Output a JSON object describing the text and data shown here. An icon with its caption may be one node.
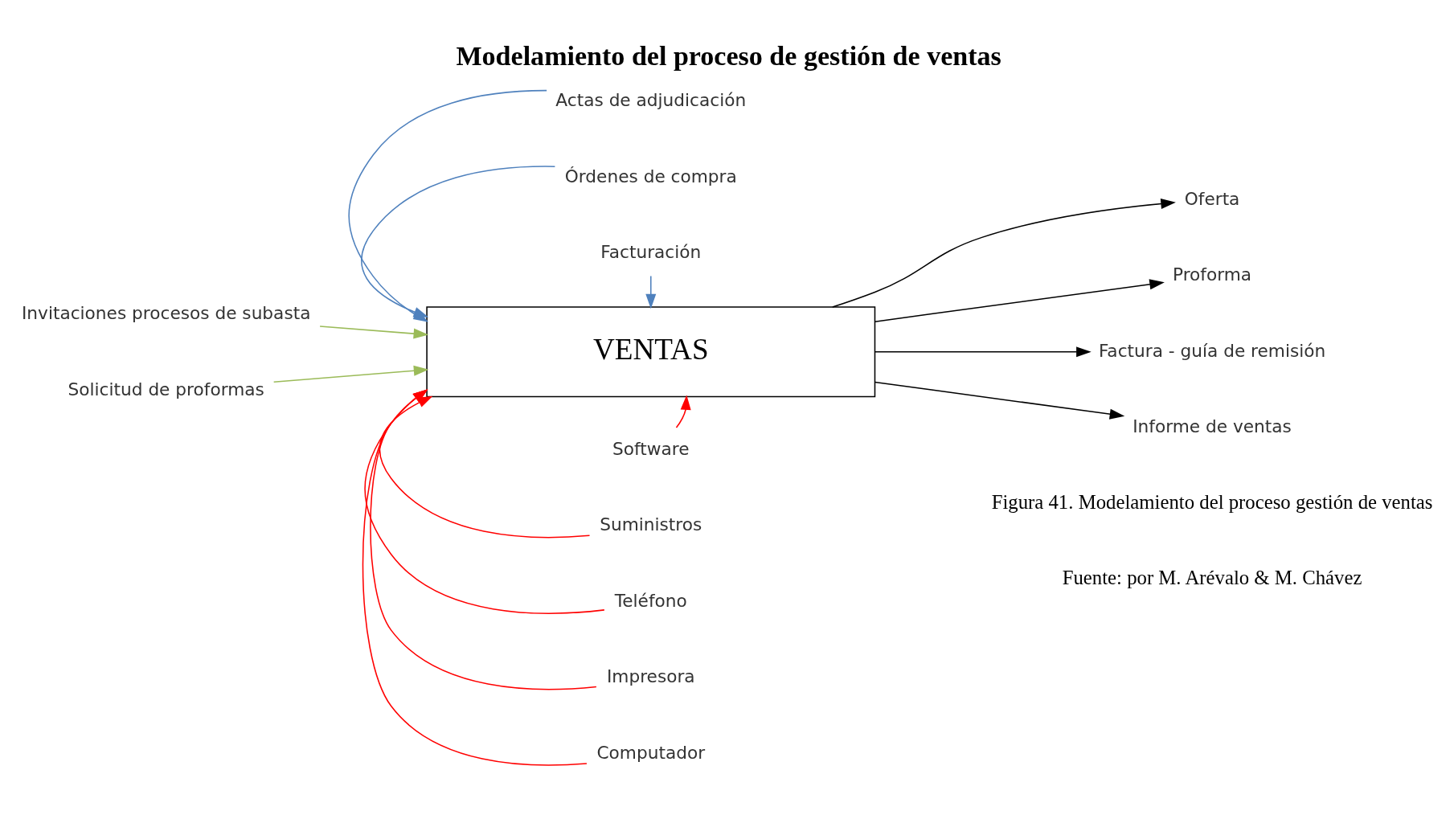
{
  "diagram": {
    "title": "Modelamiento del proceso de gestión de ventas",
    "caption": "Figura 41. Modelamiento del proceso gestión de ventas",
    "nodes": [
      {
        "text": [
          "VENTAS"
        ]
      },
      {
        "text": [
          "Actas de adjudicación"
        ]
      },
      {
        "text": [
          "Órdenes de compra"
        ]
      },
      {
        "text": [
          "Facturación"
        ]
      },
      {
        "text": [
          "Invitaciones procesos de subasta"
        ]
      },
      {
        "text": [
          "Solicitud de proformas"
        ]
      },
      {
        "text": [
          "Oferta"
        ]
      },
      {
        "text": [
          "Proforma"
        ]
      },
      {
        "text": [
          "Factura - guía de remisión"
        ]
      },
      {
        "text": [
          "Informe de ventas"
        ]
      },
      {
        "text": [
          "Computador"
        ]
      },
      {
        "text": [
          "Impresora"
        ]
      },
      {
        "text": [
          "Teléfono"
        ]
      },
      {
        "text": [
          "Suministros"
        ]
      },
      {
        "text": [
          "Software"
        ]
      }
    ],
    "edges": [
      {
        "from": 1,
        "to": 0,
        "arrow": "to",
        "color": "#4f81bd"
      },
      {
        "from": 2,
        "to": 0,
        "arrow": "to",
        "color": "#4f81bd"
      },
      {
        "from": 3,
        "to": 0,
        "arrow": "to",
        "color": "#4f81bd"
      },
      {
        "from": 4,
        "to": 0,
        "arrow": "to",
        "color": "#9bbb59"
      },
      {
        "from": 5,
        "to": 0,
        "arrow": "to",
        "color": "#9bbb59"
      },
      {
        "from": 0,
        "to": 6,
        "arrow": "to",
        "color": "#000000"
      },
      {
        "from": 0,
        "to": 7,
        "arrow": "to",
        "color": "#000000"
      },
      {
        "from": 0,
        "to": 8,
        "arrow": "to",
        "color": "#000000"
      },
      {
        "from": 0,
        "to": 9,
        "arrow": "to",
        "color": "#000000"
      },
      {
        "from": 10,
        "to": 0,
        "arrow": "to"
      },
      {
        "from": 11,
        "to": 0,
        "arrow": "to"
      },
      {
        "from": 12,
        "to": 0,
        "arrow": "to"
      },
      {
        "from": 13,
        "to": 0,
        "arrow": "to"
      },
      {
        "from": 14,
        "to": 0,
        "arrow": "to"
      }
    ],
    "labels": [
      "Fuente: por M. Arévalo & M. Chávez"
    ]
  }
}
